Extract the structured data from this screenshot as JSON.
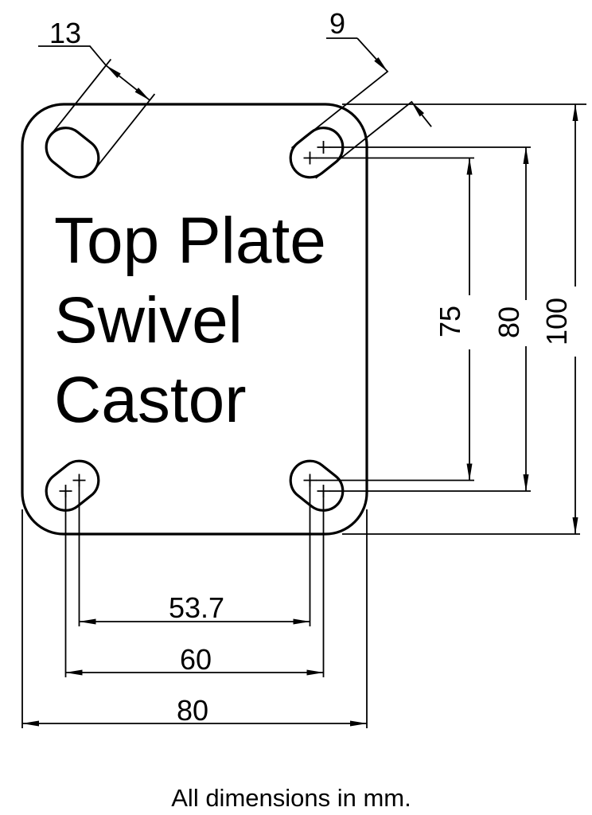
{
  "drawing": {
    "title_lines": [
      "Top Plate",
      "Swivel",
      "Castor"
    ],
    "footer_note": "All dimensions in mm.",
    "dims": {
      "slot_length": "13",
      "slot_width": "9",
      "pitch_vertical_inner": "75",
      "pitch_vertical_outer": "80",
      "plate_length": "100",
      "pitch_horizontal_inner": "53.7",
      "pitch_horizontal_outer": "60",
      "plate_width": "80"
    },
    "colors": {
      "ink": "#000000",
      "paper": "#ffffff"
    }
  }
}
